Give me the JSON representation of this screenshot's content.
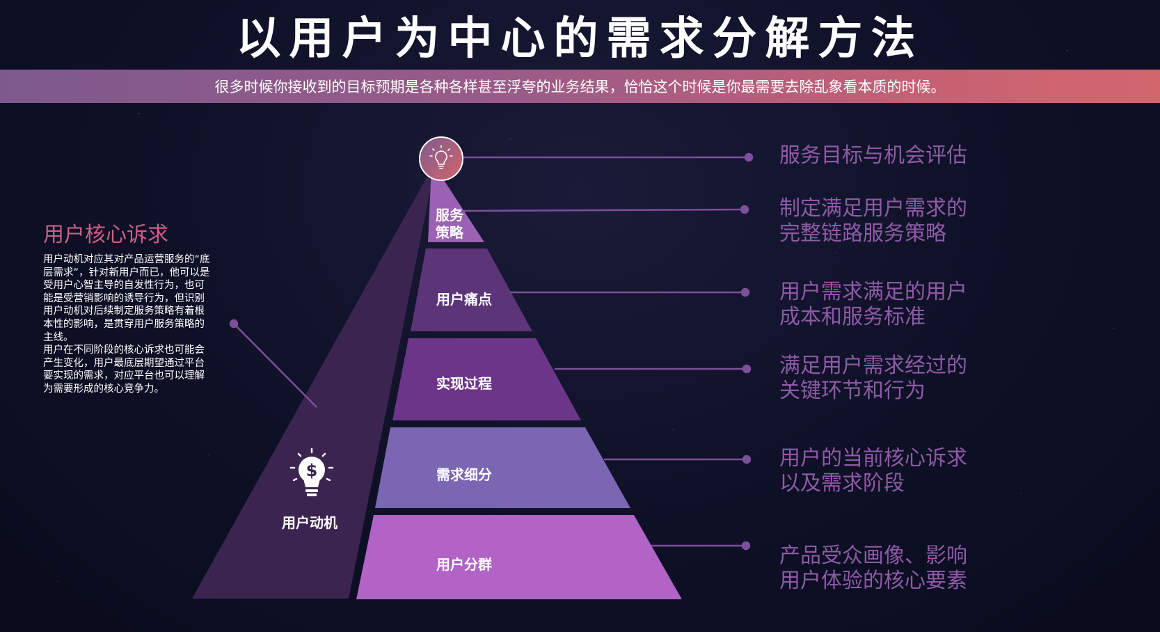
{
  "title": "以用户为中心的需求分解方法",
  "subtitle": "很多时候你接收到的目标预期是各种各样甚至浮夸的业务结果，恰恰这个时候是你最需要去除乱象看本质的时候。",
  "left_panel": {
    "heading": "用户核心诉求",
    "paragraphs": [
      "用户动机对应其对产品运营服务的“底层需求”，针对新用户而已，他可以是受用户心智主导的自发性行为，也可能是受营销影响的诱导行为，但识别用户动机对后续制定服务策略有着根本性的影响，是贯穿用户服务策略的主线。",
      "用户在不同阶段的核心诉求也可能会产生变化，用户最底层期望通过平台要实现的需求，对应平台也可以理解为需要形成的核心竞争力。"
    ]
  },
  "motivation_label": "用户动机",
  "layers": [
    {
      "label_lines": [
        "服务",
        "策略"
      ],
      "color": "#9b62b3"
    },
    {
      "label_lines": [
        "用户痛点"
      ],
      "color": "#5b3577"
    },
    {
      "label_lines": [
        "实现过程"
      ],
      "color": "#6c3589"
    },
    {
      "label_lines": [
        "需求细分"
      ],
      "color": "#7b66b4"
    },
    {
      "label_lines": [
        "用户分群"
      ],
      "color": "#b263c6"
    }
  ],
  "right_labels": [
    {
      "lines": [
        "服务目标与机会评估"
      ]
    },
    {
      "lines": [
        "制定满足用户需求的",
        "完整链路服务策略"
      ]
    },
    {
      "lines": [
        "用户需求满足的用户",
        "成本和服务标准"
      ]
    },
    {
      "lines": [
        "满足用户需求经过的",
        "关键环节和行为"
      ]
    },
    {
      "lines": [
        "用户的当前核心诉求",
        "以及需求阶段"
      ]
    },
    {
      "lines": [
        "产品受众画像、影响",
        "用户体验的核心要素"
      ]
    }
  ],
  "icons": {
    "top": "lightbulb-icon",
    "motivation": "dollar-lightbulb-icon"
  },
  "colors": {
    "accent_pink": "#cc5f86",
    "label_purple": "#8e5aa6",
    "connector": "#7e4f9a"
  }
}
